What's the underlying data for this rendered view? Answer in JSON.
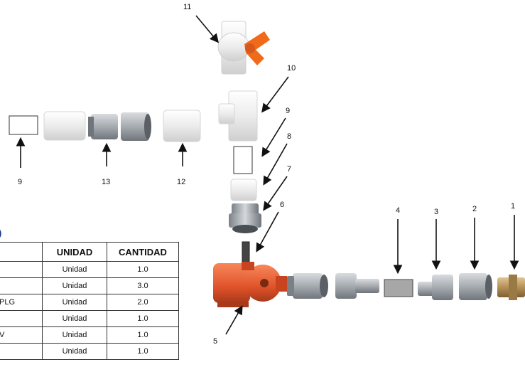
{
  "labels": [
    "1",
    "2",
    "3",
    "4",
    "5",
    "6",
    "7",
    "8",
    "9",
    "10",
    "11",
    "12",
    "13",
    "9"
  ],
  "table": {
    "headers": [
      "",
      "UNIDAD",
      "CANTIDAD"
    ],
    "rows": [
      {
        "desc": "",
        "unit": "Unidad",
        "qty": "1.0"
      },
      {
        "desc": "",
        "unit": "Unidad",
        "qty": "3.0"
      },
      {
        "desc": "PLG",
        "unit": "Unidad",
        "qty": "2.0"
      },
      {
        "desc": "",
        "unit": "Unidad",
        "qty": "1.0"
      },
      {
        "desc": "V",
        "unit": "Unidad",
        "qty": "1.0"
      },
      {
        "desc": "",
        "unit": "Unidad",
        "qty": "1.0"
      }
    ]
  },
  "corner_mark": ")",
  "colors": {
    "pvc_white": "#f2f2f2",
    "valve_handle": "#f06a1a",
    "aluminum": "#a9aeb3",
    "pump_orange": "#e8552a",
    "brass": "#b8955a",
    "gray_block": "#a7a7a7",
    "pipe_dark": "#444444"
  }
}
